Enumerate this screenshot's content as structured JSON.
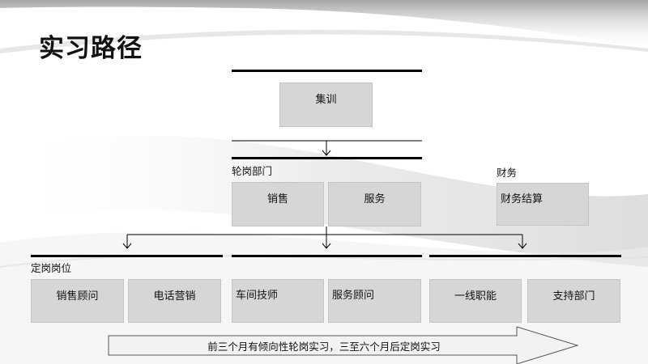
{
  "title": "实习路径",
  "training": {
    "box_label": "集训"
  },
  "rotation": {
    "label": "轮岗部门",
    "items": [
      "销售",
      "服务"
    ]
  },
  "finance": {
    "label": "财务",
    "box_label": "财务结算"
  },
  "placement": {
    "label": "定岗岗位",
    "items": [
      "销售顾问",
      "电话营销",
      "车间技师",
      "服务顾问",
      "一线职能",
      "支持部门"
    ]
  },
  "timeline": {
    "text": "前三个月有倾向性轮岗实习，三至六个月后定岗实习"
  },
  "colors": {
    "box_fill": "#d6d6d6",
    "line": "#000000",
    "title": "#111111"
  }
}
